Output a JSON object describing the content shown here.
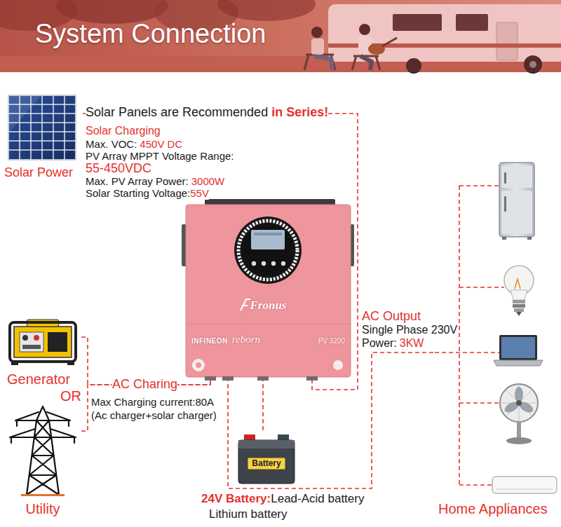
{
  "diagram": {
    "title": "System Connection",
    "nodes": [
      {
        "text": [
          "Solar Power"
        ]
      },
      {
        "text": [
          "Fronus",
          "INFINEON",
          "reborn",
          "PV 3200"
        ]
      },
      {
        "text": [
          "Generator"
        ]
      },
      {
        "text": [
          "Utility"
        ]
      },
      {
        "text": [
          "Battery"
        ]
      },
      {
        "text": [
          "Home Appliances"
        ]
      }
    ],
    "edges": [
      {
        "from": 0,
        "to": 1,
        "arrow": "none"
      },
      {
        "from": 2,
        "to": 1,
        "arrow": "none"
      },
      {
        "from": 3,
        "to": 1,
        "arrow": "none"
      },
      {
        "from": 1,
        "to": 4,
        "arrow": "none"
      },
      {
        "from": 1,
        "to": 5,
        "arrow": "none"
      }
    ],
    "labels": [
      "Solar Panels are Recommended",
      "in Series!",
      "Solar Charging",
      "Max. VOC:",
      "450V DC",
      "PV Array MPPT Voltage Range:",
      "55-450VDC",
      "Max. PV Array Power:",
      "3000W",
      "Solar Starting Voltage:",
      "55V",
      "OR",
      "AC Charing",
      "Max Charging current:80A",
      "(Ac charger+solar charger)",
      "AC Output",
      "Single Phase 230V",
      "Power:",
      "3KW",
      "24V Battery:",
      "Lead-Acid battery",
      "Lithium battery"
    ]
  }
}
